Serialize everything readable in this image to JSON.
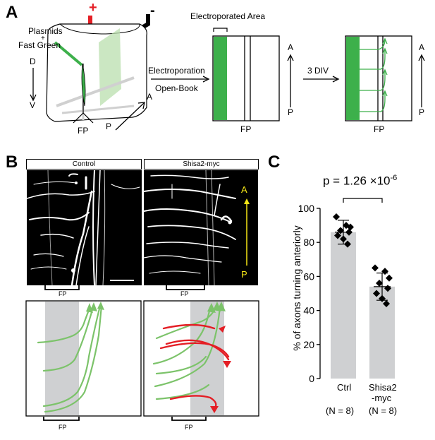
{
  "panel_a": {
    "letter": "A",
    "plasmids_label": "Plasmids",
    "plus_sign": "+",
    "fast_green_label": "Fast Green",
    "electrode_positive": "+",
    "electrode_negative": "-",
    "dorsal": "D",
    "ventral": "V",
    "anterior": "A",
    "posterior": "P",
    "fp": "FP",
    "electroporated_area": "Electroporated Area",
    "electroporation": "Electroporation",
    "open_book": "Open-Book",
    "div": "3 DIV",
    "fp2": "FP",
    "fp3": "FP",
    "a2": "A",
    "p2": "P",
    "a3": "A",
    "p3": "P"
  },
  "panel_b": {
    "letter": "B",
    "control_label": "Control",
    "shisa_label": "Shisa2-myc",
    "a_label": "A",
    "p_label": "P",
    "fp_control": "FP",
    "fp_shisa": "FP",
    "fp_diag_control": "FP",
    "fp_diag_shisa": "FP"
  },
  "panel_c": {
    "letter": "C",
    "p_value_prefix": "p = 1.26 ×10",
    "p_value_exp": "-6",
    "ylabel": "% of axons turning anteriorly",
    "cat1": "Ctrl",
    "cat2a": "Shisa2",
    "cat2b": "-myc",
    "n1": "(N = 8)",
    "n2": "(N = 8)"
  },
  "chart_data": {
    "type": "bar",
    "categories": [
      "Ctrl",
      "Shisa2-myc"
    ],
    "values": [
      86,
      54
    ],
    "error": [
      7,
      8
    ],
    "points": [
      [
        95,
        90,
        89,
        87,
        86,
        84,
        82,
        79
      ],
      [
        65,
        63,
        59,
        56,
        53,
        50,
        47,
        44
      ]
    ],
    "ylabel": "% of axons turning anteriorly",
    "ylim": [
      0,
      100
    ],
    "yticks": [
      0,
      20,
      40,
      60,
      80,
      100
    ],
    "bar_color": "#cfd0d2",
    "marker": "diamond"
  },
  "colors": {
    "green": "#3db04b",
    "light_green": "#7cc36a",
    "red": "#e41e25",
    "gray_fp": "#cfd0d2",
    "yellow": "#f5e616"
  }
}
